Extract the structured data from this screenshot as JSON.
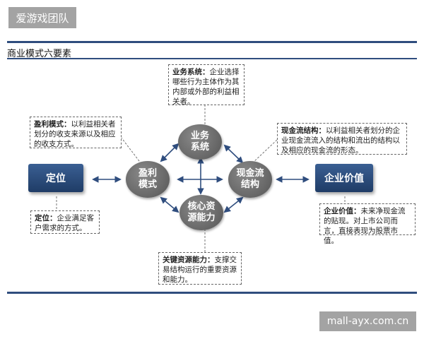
{
  "watermarks": {
    "top": "爱游戏团队",
    "bottom": "mall-ayx.com.cn"
  },
  "page_title": "商业模式六要素",
  "nodes": {
    "dingwei": "定位",
    "yewu": [
      "业务",
      "系统"
    ],
    "yingli": [
      "盈利",
      "模式"
    ],
    "xianjin": [
      "现金流",
      "结构"
    ],
    "hexin": [
      "核心资",
      "源能力"
    ],
    "qiye": "企业价值"
  },
  "notes": {
    "yewu": {
      "title": "业务系统：",
      "text": "企业选择哪些行为主体作为其内部或外部的利益相关者。"
    },
    "yingli": {
      "title": "盈利模式：",
      "text": "以利益相关者划分的收支来源以及相应的收支方式。"
    },
    "xianjin": {
      "title": "现金流结构：",
      "text": "以利益相关者划分的企业现金流流入的结构和流出的结构以及相应的现金流的形态。"
    },
    "dingwei": {
      "title": "定位：",
      "text": "企业满足客户需求的方式。"
    },
    "qiye": {
      "title": "企业价值：",
      "text": "未来净现金流的贴现。对上市公司而言，直接表现为股票市值。"
    },
    "hexin": {
      "title": "关键资源能力：",
      "text": "支撑交易结构运行的重要资源和能力。"
    }
  },
  "colors": {
    "accent": "#2f4d7e",
    "node": "#6e6e6e",
    "arrow": "#2f4d7e"
  }
}
